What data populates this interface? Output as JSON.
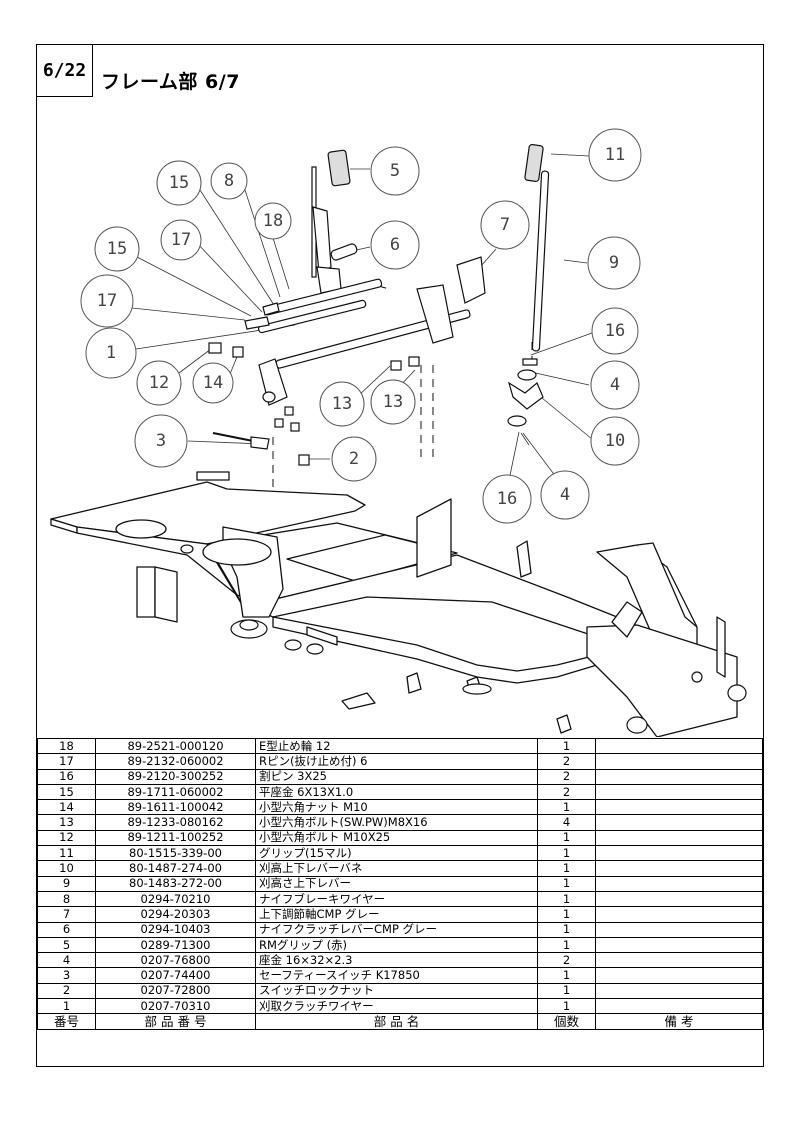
{
  "page_number": "6/22",
  "title": "フレーム部 6/7",
  "callouts": [
    "15",
    "8",
    "18",
    "17",
    "15",
    "17",
    "1",
    "12",
    "14",
    "13",
    "13",
    "3",
    "2",
    "5",
    "6",
    "7",
    "11",
    "9",
    "16",
    "4",
    "10",
    "16",
    "4"
  ],
  "table_header": {
    "no": "番号",
    "part_no": "部 品 番 号",
    "name": "部 品 名",
    "qty": "個数",
    "remarks": "備 考"
  },
  "parts": [
    {
      "no": "18",
      "part_no": "89-2521-000120",
      "name": "E型止め輪 12",
      "qty": "1",
      "remarks": ""
    },
    {
      "no": "17",
      "part_no": "89-2132-060002",
      "name": "Rピン(抜け止め付) 6",
      "qty": "2",
      "remarks": ""
    },
    {
      "no": "16",
      "part_no": "89-2120-300252",
      "name": "割ピン 3X25",
      "qty": "2",
      "remarks": ""
    },
    {
      "no": "15",
      "part_no": "89-1711-060002",
      "name": "平座金 6X13X1.0",
      "qty": "2",
      "remarks": ""
    },
    {
      "no": "14",
      "part_no": "89-1611-100042",
      "name": "小型六角ナット M10",
      "qty": "1",
      "remarks": ""
    },
    {
      "no": "13",
      "part_no": "89-1233-080162",
      "name": "小型六角ボルト(SW.PW)M8X16",
      "qty": "4",
      "remarks": ""
    },
    {
      "no": "12",
      "part_no": "89-1211-100252",
      "name": "小型六角ボルト M10X25",
      "qty": "1",
      "remarks": ""
    },
    {
      "no": "11",
      "part_no": "80-1515-339-00",
      "name": "グリップ(15マル)",
      "qty": "1",
      "remarks": ""
    },
    {
      "no": "10",
      "part_no": "80-1487-274-00",
      "name": "刈高上下レバーバネ",
      "qty": "1",
      "remarks": ""
    },
    {
      "no": "9",
      "part_no": "80-1483-272-00",
      "name": "刈高さ上下レバー",
      "qty": "1",
      "remarks": ""
    },
    {
      "no": "8",
      "part_no": "0294-70210",
      "name": "ナイフブレーキワイヤー",
      "qty": "1",
      "remarks": ""
    },
    {
      "no": "7",
      "part_no": "0294-20303",
      "name": "上下調節軸CMP グレー",
      "qty": "1",
      "remarks": ""
    },
    {
      "no": "6",
      "part_no": "0294-10403",
      "name": "ナイフクラッチレバーCMP グレー",
      "qty": "1",
      "remarks": ""
    },
    {
      "no": "5",
      "part_no": "0289-71300",
      "name": "RMグリップ (赤)",
      "qty": "1",
      "remarks": ""
    },
    {
      "no": "4",
      "part_no": "0207-76800",
      "name": "座金 16×32×2.3",
      "qty": "2",
      "remarks": ""
    },
    {
      "no": "3",
      "part_no": "0207-74400",
      "name": "セーフティースイッチ K17850",
      "qty": "1",
      "remarks": ""
    },
    {
      "no": "2",
      "part_no": "0207-72800",
      "name": "スイッチロックナット",
      "qty": "1",
      "remarks": ""
    },
    {
      "no": "1",
      "part_no": "0207-70310",
      "name": "刈取クラッチワイヤー",
      "qty": "1",
      "remarks": ""
    }
  ]
}
